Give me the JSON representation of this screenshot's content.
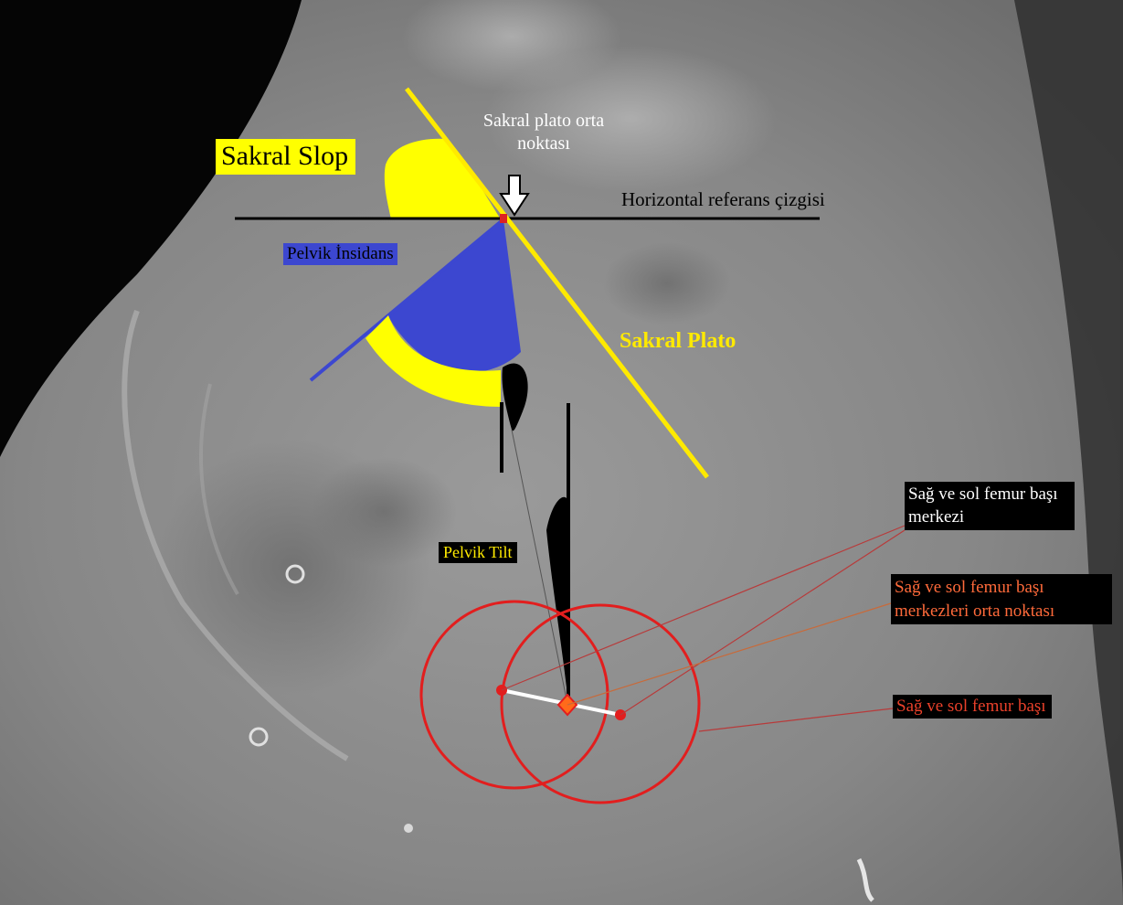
{
  "labels": {
    "sakral_slop": "Sakral Slop",
    "sakral_plato_midpoint": "Sakral plato orta noktası",
    "horizontal_reference": "Horizontal referans çizgisi",
    "pelvik_insidans": "Pelvik İnsidans",
    "sakral_plato": "Sakral Plato",
    "pelvik_tilt": "Pelvik Tilt",
    "femoral_head_centers": "Sağ ve sol femur başı merkezi",
    "femoral_heads_midpoint": "Sağ ve sol femur başı merkezleri orta noktası",
    "femoral_heads": "Sağ ve sol femur başı"
  },
  "colors": {
    "sakral_slop": "#ffff00",
    "pelvik_insidans": "#3c47d0",
    "sakral_plato_line": "#ffea00",
    "femoral_circles": "#e21e1e",
    "midpoint_label": "#ff6a3a",
    "femoral_head_label": "#e8402a",
    "horizontal_line": "#000000",
    "connector_line": "#ffffff"
  },
  "icons": {
    "arrow": "down-arrow-icon"
  }
}
